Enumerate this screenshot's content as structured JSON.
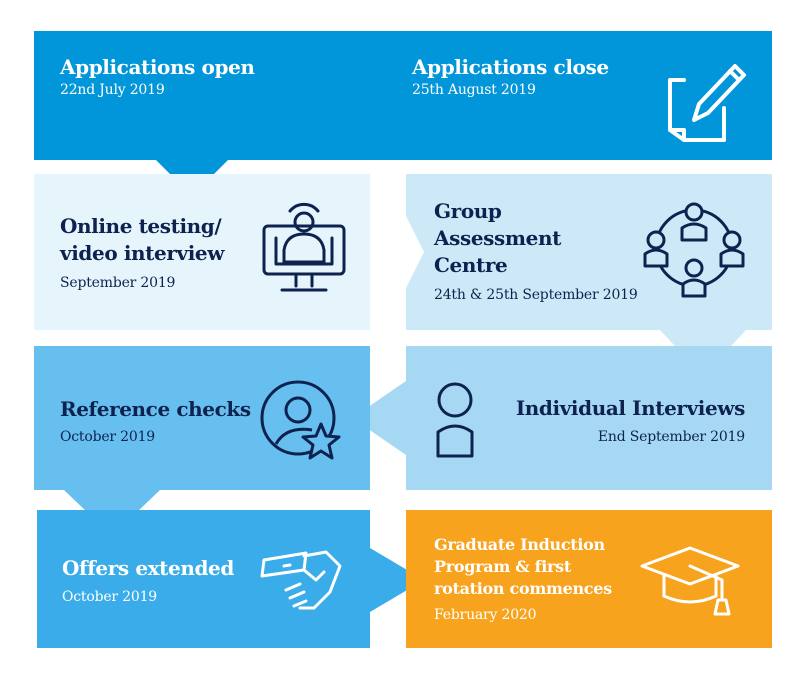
{
  "colors": {
    "dark_blue": "#0096d9",
    "pale_blue": "#e6f4fb",
    "light_blue": "#cde9f7",
    "mid_blue": "#a6d8f3",
    "sky_blue": "#67bff0",
    "bright_blue": "#3aacea",
    "orange": "#f8a31e",
    "navy": "#0e2250",
    "white": "#ffffff"
  },
  "steps": [
    {
      "title": "Applications open",
      "date": "22nd July 2019"
    },
    {
      "title": "Applications close",
      "date": "25th August 2019",
      "icon": "pencil-paper-icon"
    },
    {
      "title_lines": [
        "Online testing/",
        "video interview"
      ],
      "date": "September 2019",
      "icon": "video-call-icon"
    },
    {
      "title_lines": [
        "Group",
        "Assessment",
        "Centre"
      ],
      "date": "24th & 25th September 2019",
      "icon": "group-circle-icon"
    },
    {
      "title": "Individual Interviews",
      "date": "End September 2019",
      "icon": "person-icon"
    },
    {
      "title": "Reference checks",
      "date": "October 2019",
      "icon": "person-star-icon"
    },
    {
      "title": "Offers extended",
      "date": "October 2019",
      "icon": "handshake-icon"
    },
    {
      "title_lines": [
        "Graduate Induction",
        "Program & first",
        "rotation commences"
      ],
      "date": "February 2020",
      "icon": "graduation-cap-icon"
    }
  ]
}
